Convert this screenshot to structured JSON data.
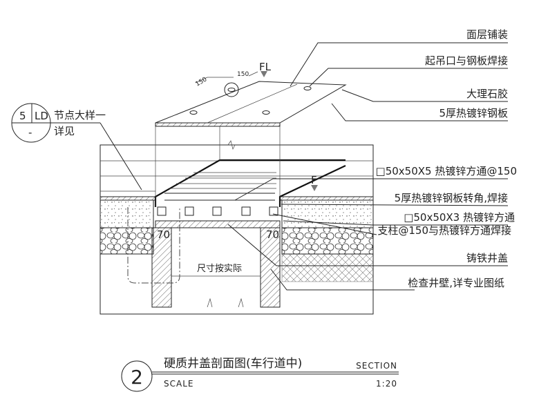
{
  "labels": {
    "surface_paving": "面层铺装",
    "lifting_hole": "起吊口与钢板焊接",
    "marble_glue": "大理石胶",
    "steel_plate": "5厚热镀锌钢板",
    "square_tube_150": "□50x50X5 热镀锌方通@150",
    "plate_corner": "5厚热镀锌钢板转角,焊接",
    "square_tube_3": "□50x50X3 热镀锌方通",
    "support_post": "支柱@150与热镀锌方通焊接",
    "cast_iron_cover": "铸铁井盖",
    "well_wall": "检查井壁,详专业图纸"
  },
  "detail_ref": {
    "number": "5",
    "sheet": "LD",
    "sub": "-",
    "note_line1": "节点大样一",
    "note_line2": "详见"
  },
  "dimensions": {
    "dim_a": "150",
    "dim_b": "150",
    "fl": "FL",
    "fl2": "F",
    "gap_left": "70",
    "gap_right": "70",
    "size_note": "尺寸按实际"
  },
  "title_block": {
    "number": "2",
    "title": "硬质井盖剖面图(车行道中)",
    "section": "SECTION",
    "scale_label": "SCALE",
    "scale": "1:20"
  }
}
